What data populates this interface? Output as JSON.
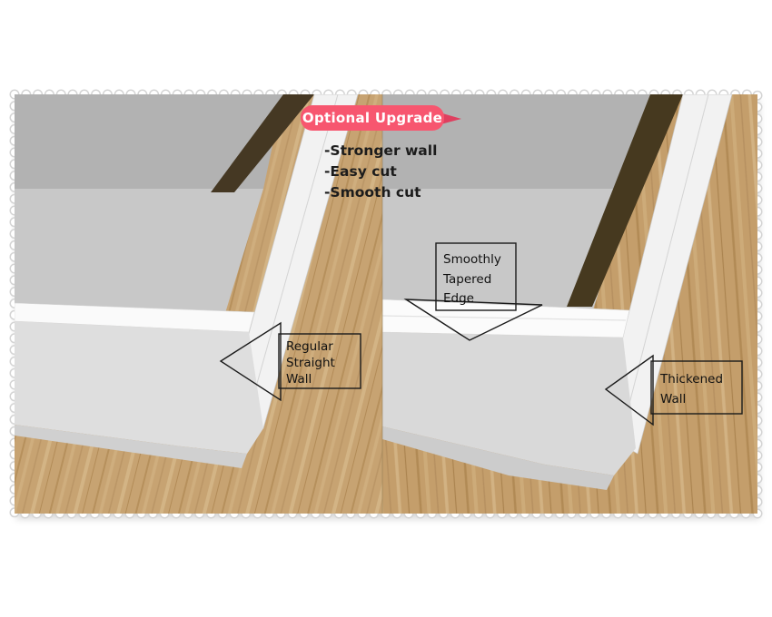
{
  "image_type": "product-comparison-illustration",
  "banner": {
    "label": "Optional Upgrade",
    "bg": "#f7566f",
    "tail": "#df3f5f"
  },
  "features": {
    "lines": [
      "-Stronger wall",
      "-Easy cut",
      "-Smooth cut"
    ]
  },
  "left_panel": {
    "callout": {
      "lines": [
        "Regular",
        "Straight",
        "Wall"
      ]
    }
  },
  "right_panel": {
    "tapered_callout": {
      "lines": [
        "Smoothly",
        "Tapered",
        "Edge"
      ]
    },
    "thickened_callout": {
      "lines": [
        "Thickened",
        "Wall"
      ]
    }
  },
  "colors": {
    "wood_left": "#c7a372",
    "wood_right": "#c49e6b",
    "box_interior_wall": "#b2b2b2",
    "box_floor": "#c8c8c8",
    "box_rim": "#fafafa",
    "box_outer_wall": "#dedede",
    "dark_slot": "#453823",
    "frame_dot_ring": "#d4d4d4",
    "callout_outline": "#1a1a1a"
  }
}
